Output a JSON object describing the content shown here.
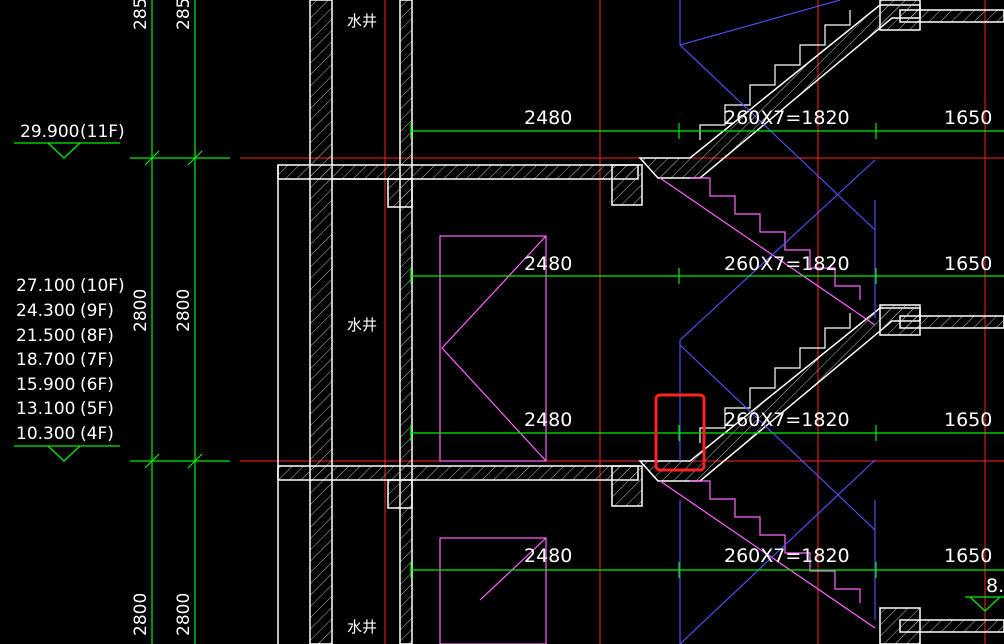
{
  "drawing": {
    "levels_top": {
      "elevation": "29.900",
      "floor": "(11F)"
    },
    "levels_stack": [
      {
        "elevation": "27.100",
        "floor": "(10F)"
      },
      {
        "elevation": "24.300",
        "floor": "(9F)"
      },
      {
        "elevation": "21.500",
        "floor": "(8F)"
      },
      {
        "elevation": "18.700",
        "floor": "(7F)"
      },
      {
        "elevation": "15.900",
        "floor": "(6F)"
      },
      {
        "elevation": "13.100",
        "floor": "(5F)"
      },
      {
        "elevation": "10.300",
        "floor": "(4F)"
      }
    ],
    "vertical_dims": {
      "top_left": "285",
      "top_right": "285",
      "mid_left": "2800",
      "mid_right": "2800",
      "bottom_left": "2800",
      "bottom_right": "2800"
    },
    "shaft_labels": [
      "水井",
      "水井",
      "水井"
    ],
    "dim_rows": [
      {
        "landing": "2480",
        "flight": "260X7=1820",
        "end": "1650"
      },
      {
        "landing": "2480",
        "flight": "260X7=1820",
        "end": "1650"
      },
      {
        "landing": "2480",
        "flight": "260X7=1820",
        "end": "1650"
      },
      {
        "landing": "2480",
        "flight": "260X7=1820",
        "end": "1650"
      }
    ],
    "partial_elevation": "8.",
    "colors": {
      "background": "#000000",
      "dimension": "#00ff00",
      "axis": "#ff0000",
      "wall": "#ffffff",
      "stair": "#ff66ff",
      "outline": "#5555ff",
      "highlight": "#ff2222"
    }
  }
}
